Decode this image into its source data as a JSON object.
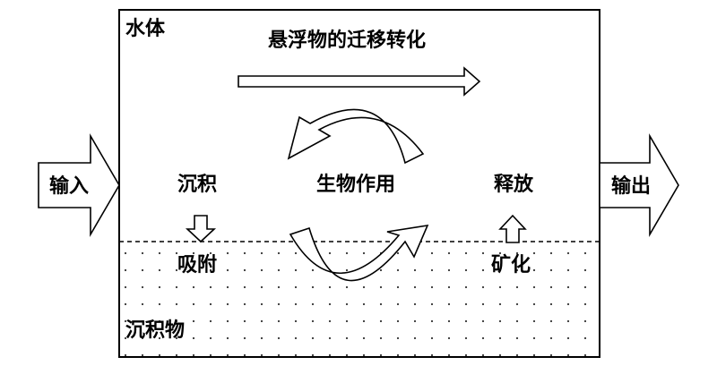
{
  "diagram": {
    "water_body_label": "水体",
    "sediment_label": "沉积物",
    "transport_label": "悬浮物的迁移转化",
    "deposition_label": "沉积",
    "biological_label": "生物作用",
    "release_label": "释放",
    "adsorption_label": "吸附",
    "mineralization_label": "矿化",
    "input_label": "输入",
    "output_label": "输出"
  }
}
